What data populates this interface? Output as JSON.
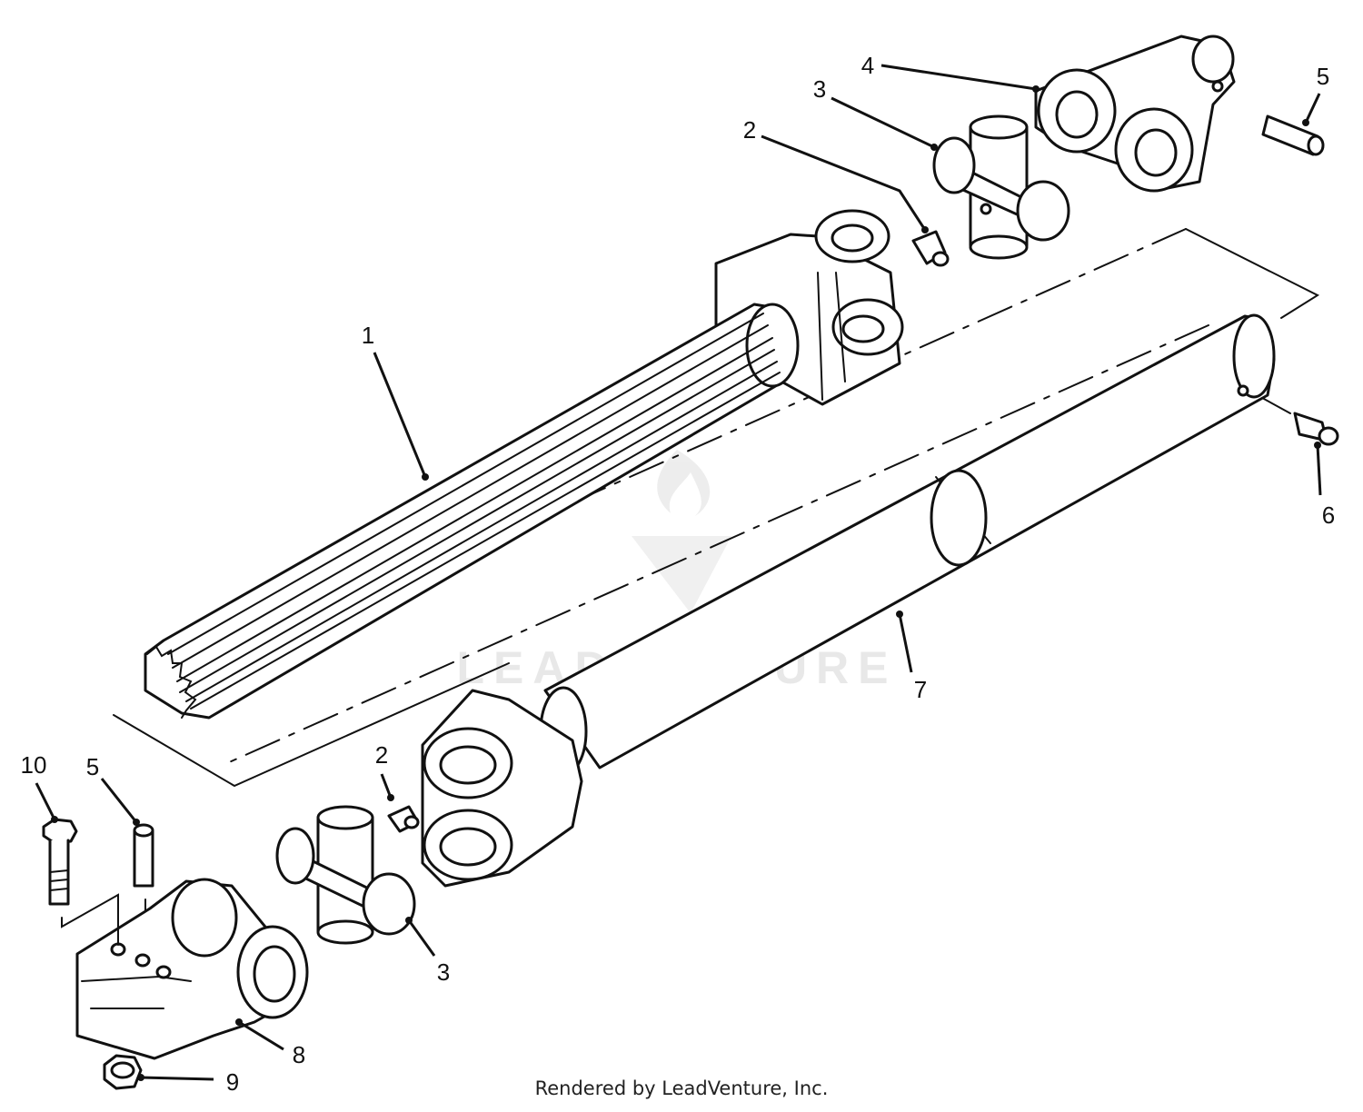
{
  "callouts": {
    "c1": "1",
    "c2a": "2",
    "c2b": "2",
    "c3a": "3",
    "c3b": "3",
    "c4": "4",
    "c5a": "5",
    "c5b": "5",
    "c6": "6",
    "c7": "7",
    "c8": "8",
    "c9": "9",
    "c10": "10"
  },
  "watermark": "LEADVENTURE",
  "footer": "Rendered by LeadVenture, Inc.",
  "colors": {
    "line": "#111111",
    "watermark": "#e6e6e6"
  }
}
